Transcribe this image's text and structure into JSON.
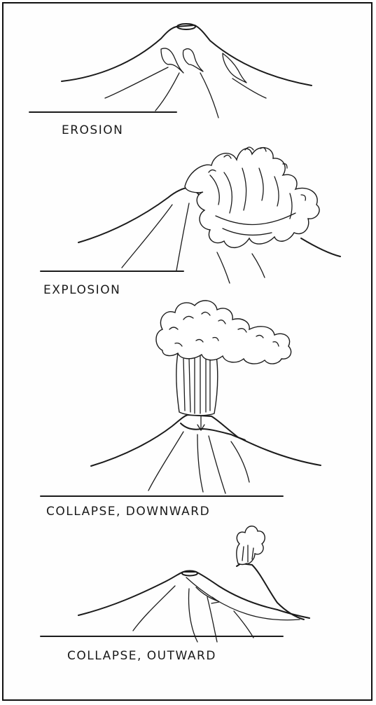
{
  "panels": [
    {
      "id": "erosion",
      "caption": "EROSION"
    },
    {
      "id": "explosion",
      "caption": "EXPLOSION"
    },
    {
      "id": "collapse-downward",
      "caption": "COLLAPSE, DOWNWARD"
    },
    {
      "id": "collapse-outward",
      "caption": "COLLAPSE, OUTWARD"
    }
  ],
  "colors": {
    "ink": "#1b1b1b",
    "paper": "#ffffff"
  }
}
